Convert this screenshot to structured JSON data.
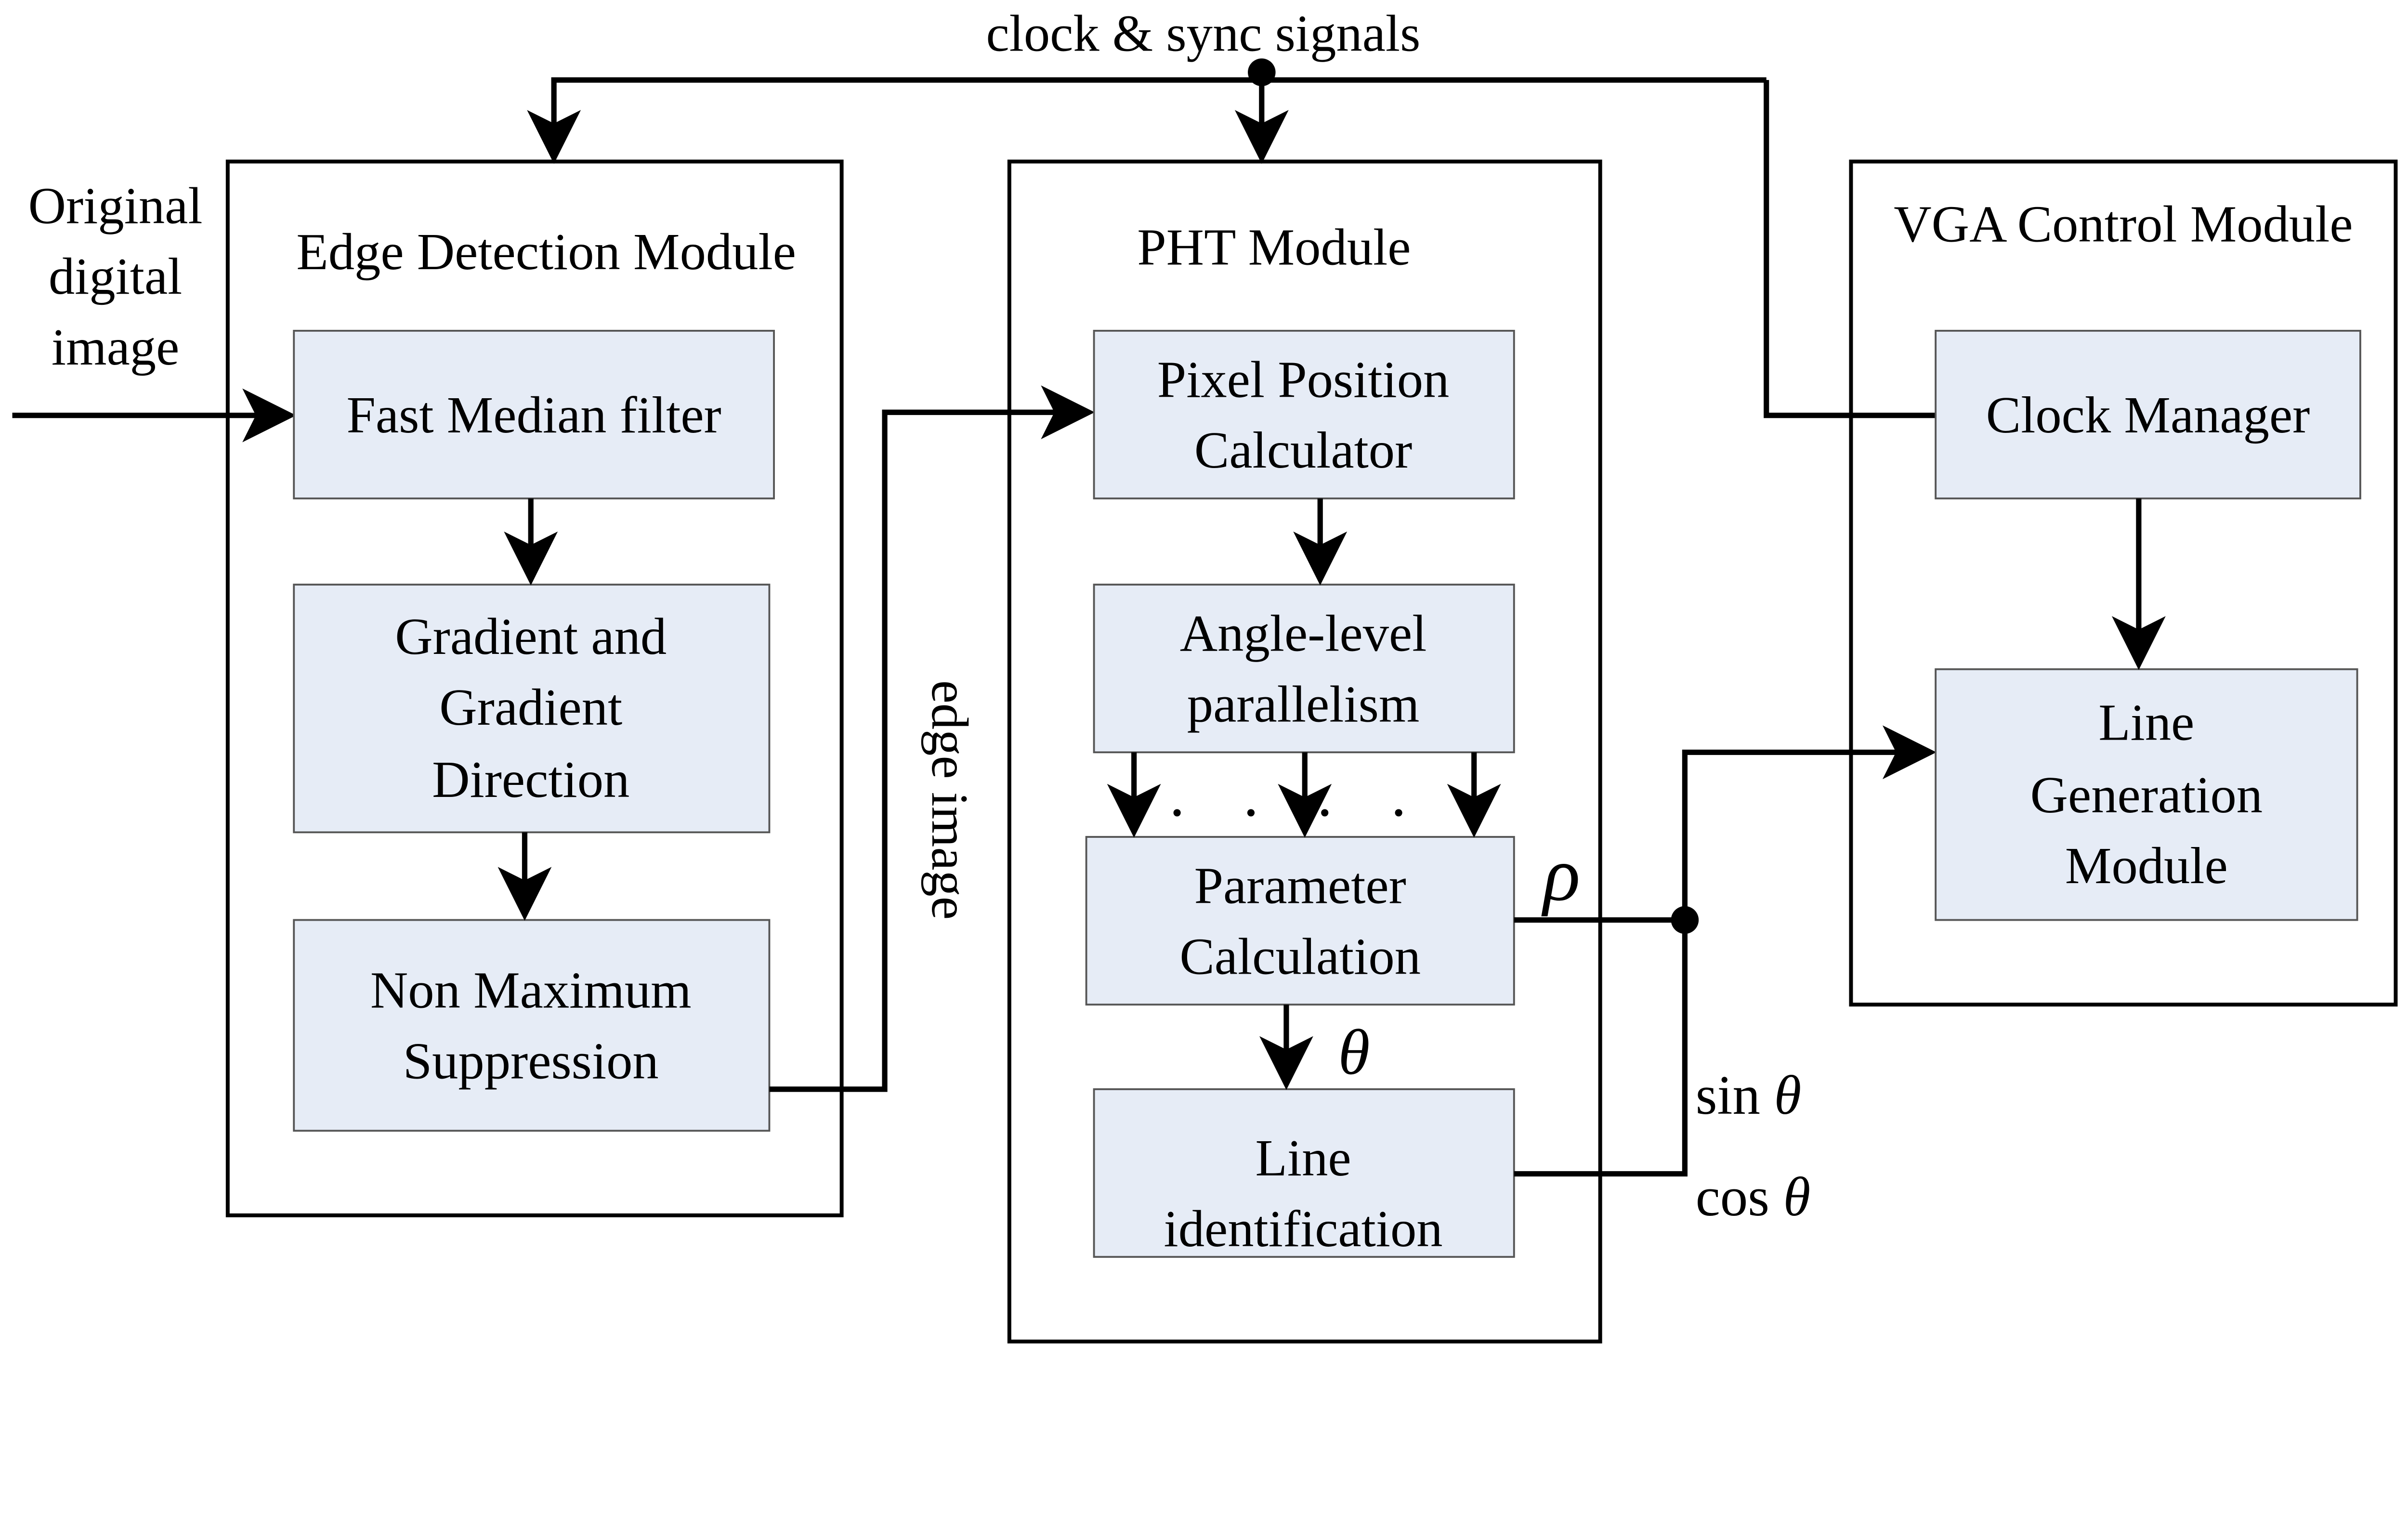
{
  "bus_label": "clock & sync signals",
  "input_label": [
    "Original",
    "digital",
    "image"
  ],
  "edge_image_label": "edge image",
  "modules": {
    "edge": {
      "title": "Edge Detection Module",
      "blocks": [
        [
          "Fast Median filter"
        ],
        [
          "Gradient and",
          "Gradient",
          "Direction"
        ],
        [
          "Non Maximum",
          "Suppression"
        ]
      ]
    },
    "pht": {
      "title": "PHT Module",
      "blocks": [
        [
          "Pixel Position",
          "Calculator"
        ],
        [
          "Angle-level",
          "parallelism"
        ],
        [
          "Parameter",
          "Calculation"
        ],
        [
          "Line",
          "identification"
        ]
      ]
    },
    "vga": {
      "title": "VGA Control Module",
      "blocks": [
        [
          "Clock Manager"
        ],
        [
          "Line",
          "Generation",
          "Module"
        ]
      ]
    }
  },
  "symbols": {
    "rho": "ρ",
    "theta": "θ",
    "sin": "sin",
    "cos": "cos",
    "dots": ". . . ."
  },
  "colors": {
    "block_fill": "#e6ecf6",
    "line": "#000000"
  }
}
